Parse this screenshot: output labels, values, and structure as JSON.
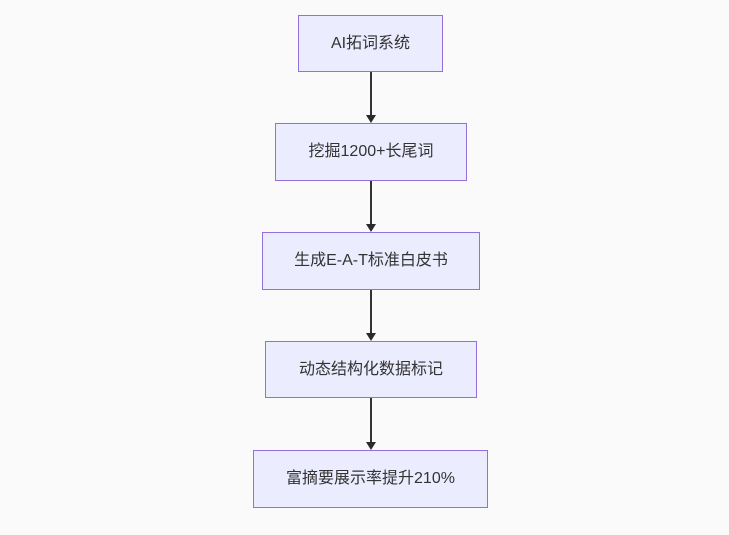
{
  "diagram": {
    "type": "flowchart",
    "direction": "top-down",
    "nodes": [
      {
        "id": "A",
        "label": "AI拓词系统"
      },
      {
        "id": "B",
        "label": "挖掘1200+长尾词"
      },
      {
        "id": "C",
        "label": "生成E-A-T标准白皮书"
      },
      {
        "id": "D",
        "label": "动态结构化数据标记"
      },
      {
        "id": "E",
        "label": "富摘要展示率提升210%"
      }
    ],
    "edges": [
      {
        "from": "A",
        "to": "B",
        "arrow": "down"
      },
      {
        "from": "B",
        "to": "C",
        "arrow": "down"
      },
      {
        "from": "C",
        "to": "D",
        "arrow": "down"
      },
      {
        "from": "D",
        "to": "E",
        "arrow": "down"
      }
    ],
    "colors": {
      "node_fill": "#ececff",
      "node_border": "#9370db",
      "arrow": "#333333",
      "text": "#333333",
      "background": "#fafafa"
    }
  }
}
